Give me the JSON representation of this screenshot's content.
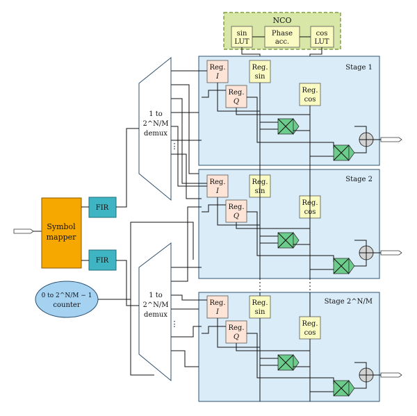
{
  "nco": {
    "title": "NCO",
    "sin_lut": [
      "sin",
      "LUT"
    ],
    "phase_acc": [
      "Phase",
      "acc."
    ],
    "cos_lut": [
      "cos",
      "LUT"
    ]
  },
  "source": {
    "symbol_mapper": [
      "Symbol",
      "mapper"
    ],
    "fir": "FIR",
    "counter": [
      "0 to 2^N/M − 1",
      "counter"
    ]
  },
  "demux": [
    "1 to",
    "2^N/M",
    "demux"
  ],
  "stage_titles": [
    "Stage 1",
    "Stage 2",
    "Stage 2^N/M"
  ],
  "reg": {
    "prefix": "Reg.",
    "i": "I",
    "q": "Q",
    "sin": "sin",
    "cos": "cos"
  },
  "colors": {
    "nco_bg": "#d8e6a8",
    "lut": "#fafbc2",
    "reg_iq": "#fde4d6",
    "stage_bg": "#dbecf9",
    "stage_border": "#2c4f6e",
    "mapper": "#f6a800",
    "fir": "#3fb5c4",
    "counter": "#a6d2f2",
    "mixer": "#6ccc8c",
    "demux_fill": "#ffffff"
  },
  "icons": {
    "mixer": "multiplier-x-icon",
    "adder": "summer-plus-icon",
    "port": "arrow-port-icon"
  }
}
